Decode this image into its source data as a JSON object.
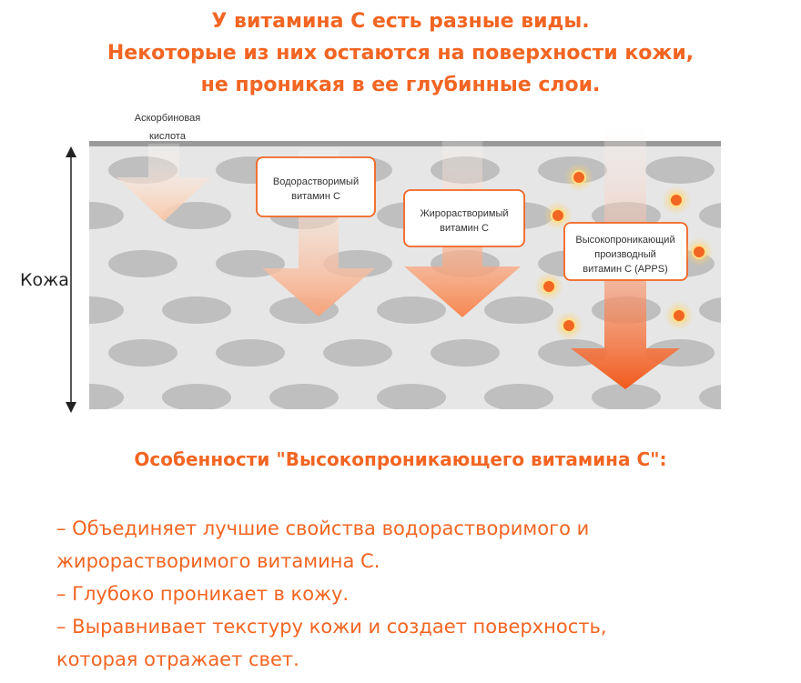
{
  "heading": {
    "line1": "У витамина С есть разные виды.",
    "line2": "Некоторые из них остаются на поверхности кожи,",
    "line3": "не проникая в ее глубинные слои."
  },
  "diagram": {
    "axis_label": "Кожа",
    "ascorbic_line1": "Аскорбиновая",
    "ascorbic_line2": "кислота",
    "water_line1": "Водорастворимый",
    "water_line2": "витамин С",
    "fat_line1": "Жирорастворимый",
    "fat_line2": "витамин С",
    "apps_line1": "Высокопроникающий",
    "apps_line2": "производный",
    "apps_line3": "витамин С (APPS)",
    "colors": {
      "accent": "#f26522",
      "skin": "#e6e6e6",
      "cell": "#bfbfbf"
    }
  },
  "features": {
    "title": "Особенности \"Высокопроникающего витамина С\":",
    "item1_line1": "– Объединяет лучшие свойства водорастворимого и",
    "item1_line2": "жирорастворимого витамина С.",
    "item2": "– Глубоко проникает в кожу.",
    "item3_line1": "– Выравнивает текстуру кожи и создает поверхность,",
    "item3_line2": "которая отражает свет."
  }
}
